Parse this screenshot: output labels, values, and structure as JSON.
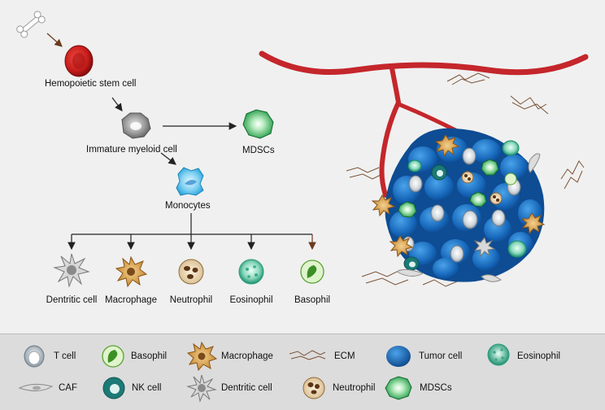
{
  "flow": {
    "hsc": "Hemopoietic stem cell",
    "immature": "Immature myeloid cell",
    "mdscs": "MDSCs",
    "monocytes": "Monocytes",
    "outputs": [
      "Dentritic cell",
      "Macrophage",
      "Neutrophil",
      "Eosinophil",
      "Basophil"
    ]
  },
  "legend": {
    "items": [
      {
        "icon": "t-cell-icon",
        "label": "T cell"
      },
      {
        "icon": "basophil-icon",
        "label": "Basophil"
      },
      {
        "icon": "macrophage-icon",
        "label": "Macrophage"
      },
      {
        "icon": "ecm-icon",
        "label": "ECM"
      },
      {
        "icon": "tumor-cell-icon",
        "label": "Tumor cell"
      },
      {
        "icon": "eosinophil-icon",
        "label": "Eosinophil"
      },
      {
        "icon": "caf-icon",
        "label": "CAF"
      },
      {
        "icon": "nk-cell-icon",
        "label": "NK cell"
      },
      {
        "icon": "dentritic-cell-icon",
        "label": "Dentritic cell"
      },
      {
        "icon": "neutrophil-icon",
        "label": "Neutrophil"
      },
      {
        "icon": "mdscs-icon",
        "label": "MDSCs"
      }
    ]
  },
  "colors": {
    "vessel": "#c4262b",
    "tumor": "#1565b8",
    "background": "#f0f0f0",
    "legend_bg": "#dcdcdc"
  }
}
